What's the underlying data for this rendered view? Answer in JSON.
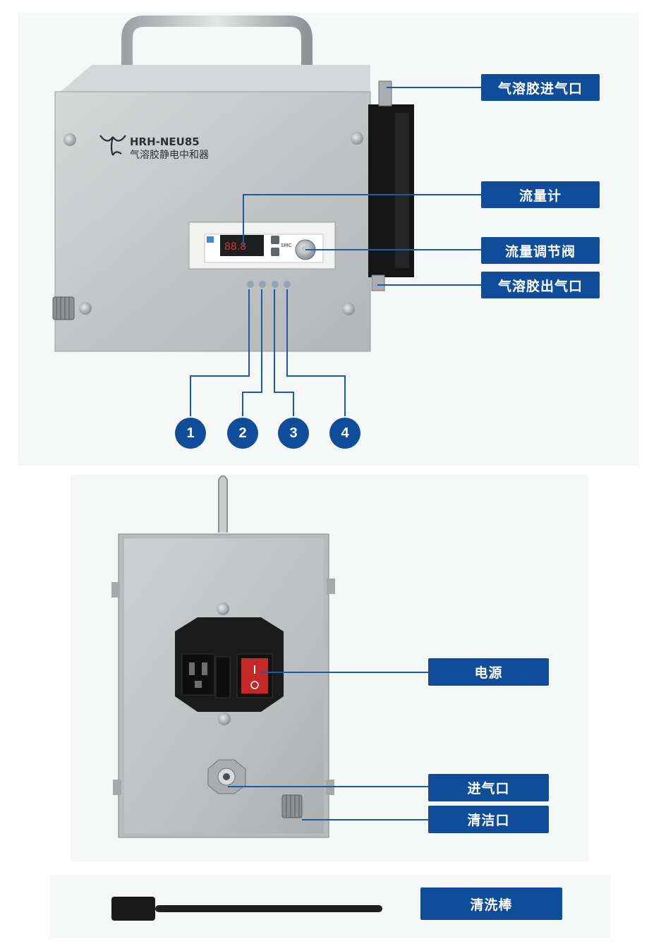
{
  "device": {
    "model": "HRH-NEU85",
    "name": "气溶胶静电中和器",
    "display_brand": "SMC"
  },
  "front_labels": [
    {
      "id": "aerosol-inlet",
      "text": "气溶胶进气口"
    },
    {
      "id": "flowmeter",
      "text": "流量计"
    },
    {
      "id": "flow-valve",
      "text": "流量调节阀"
    },
    {
      "id": "aerosol-outlet",
      "text": "气溶胶出气口"
    }
  ],
  "port_numbers": [
    "1",
    "2",
    "3",
    "4"
  ],
  "back_labels": [
    {
      "id": "power",
      "text": "电源"
    },
    {
      "id": "inlet",
      "text": "进气口"
    },
    {
      "id": "clean-port",
      "text": "清洁口"
    }
  ],
  "accessory_label": "清洗棒",
  "colors": {
    "accent": "#0f4d9b",
    "leader": "#1a5aa8",
    "steel": "#c9cccd",
    "rocker": "#c62828"
  }
}
